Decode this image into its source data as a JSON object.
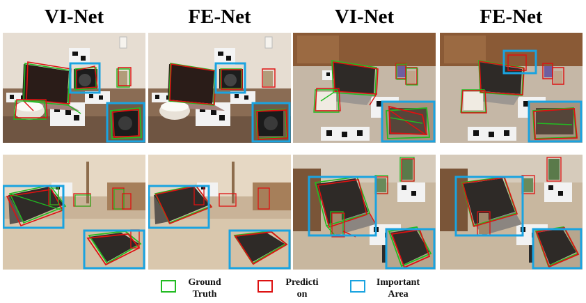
{
  "column_titles": [
    "VI-Net",
    "FE-Net",
    "VI-Net",
    "FE-Net"
  ],
  "legend": {
    "ground_truth": {
      "line1": "Ground",
      "line2": "Truth",
      "color": "#22bb22"
    },
    "prediction": {
      "line1": "Predicti",
      "line2": "on",
      "color": "#dd1111"
    },
    "important_area": {
      "line1": "Important",
      "line2": "Area",
      "color": "#1aa3e0"
    }
  },
  "colors": {
    "ground_truth": "#22bb22",
    "prediction": "#dd1111",
    "important_area": "#1aa3e0"
  }
}
